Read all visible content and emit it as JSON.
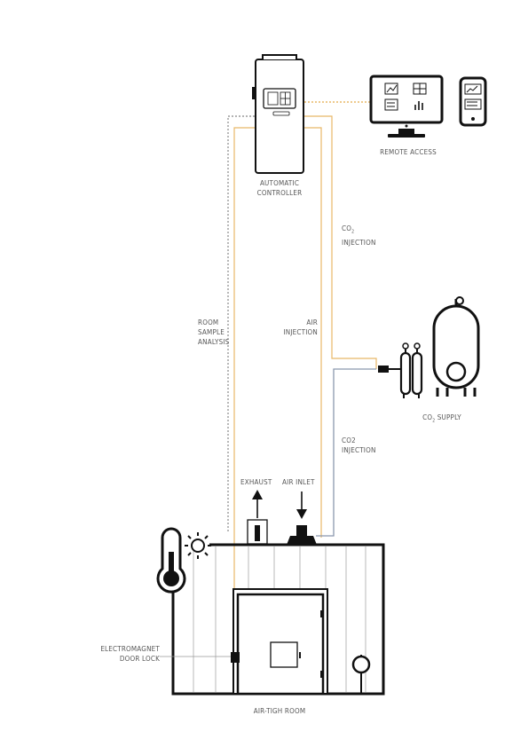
{
  "labels": {
    "remote_access": "REMOTE ACCESS",
    "controller_line1": "AUTOMATIC",
    "controller_line2": "CONTROLLER",
    "co2_injection_top_line1": "CO",
    "co2_injection_top_sub": "2",
    "co2_injection_top_line2": "INJECTION",
    "room_sample_line1": "ROOM",
    "room_sample_line2": "SAMPLE",
    "room_sample_line3": "ANALYSIS",
    "air_injection_line1": "AIR",
    "air_injection_line2": "INJECTION",
    "co2_supply_prefix": "CO",
    "co2_supply_sub": "2",
    "co2_supply_suffix": " SUPPLY",
    "co2_injection_bottom_line1": "CO2",
    "co2_injection_bottom_line2": "INJECTION",
    "exhaust": "EXHAUST",
    "air_inlet": "AIR INLET",
    "door_lock_line1": "ELECTROMAGNET",
    "door_lock_line2": "DOOR LOCK",
    "room": "AIR-TIGH ROOM"
  },
  "colors": {
    "air_line": "#e8b867",
    "co2_line": "#8a97ad",
    "sample_line": "#9a9a9a",
    "remote_line": "#e8b867",
    "stroke": "#111111",
    "text": "#555555"
  },
  "icons": [
    "controller-icon",
    "monitor-icon",
    "phone-icon",
    "thermometer-icon",
    "sun-icon",
    "co2-cylinder-icon",
    "co2-tank-icon",
    "exhaust-fan-icon",
    "air-inlet-icon",
    "door-lock-icon",
    "fan-icon"
  ]
}
